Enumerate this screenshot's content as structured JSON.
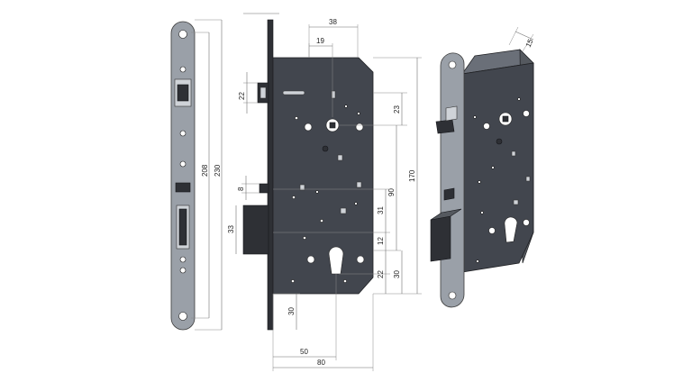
{
  "dimensions": {
    "top_width": "38",
    "top_offset": "19",
    "faceplate_thickness": "15",
    "latch_height": "22",
    "latch_to_spindle": "23",
    "plate_height_inner": "208",
    "plate_height_outer": "230",
    "body_height": "170",
    "deadbolt_thickness": "8",
    "spindle_to_cylinder": "90",
    "deadbolt_height": "33",
    "cyl_upper": "31",
    "cyl_small": "12",
    "cyl_bottom_a": "22",
    "cyl_bottom_b": "30",
    "bottom_screw": "30",
    "backset": "50",
    "body_width": "80"
  }
}
